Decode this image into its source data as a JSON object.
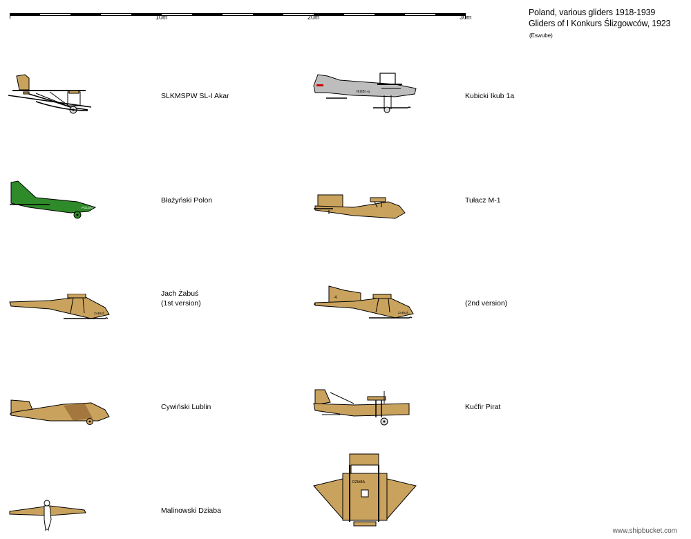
{
  "title": {
    "line1": "Poland, various gliders 1918-1939",
    "line2": "Gliders of I Konkurs Ślizgowców, 1923",
    "credit": "(Eswube)"
  },
  "scale": {
    "tick_10": "10m",
    "tick_20": "20m",
    "tick_30": "30m"
  },
  "gliders": {
    "akar": "SLKMSPW SL-I Akar",
    "ikub": "Kubicki Ikub 1a",
    "polon": "Błażyński Polon",
    "tulacz": "Tułacz M-1",
    "zabus_name": "Jach Żabuś",
    "zabus_v1": "(1st version)",
    "zabus_v2": "(2nd version)",
    "lublin": "Cywiński Lublin",
    "pirat": "Kućfir Pirat",
    "dziaba": "Malinowski Dziaba"
  },
  "markings": {
    "ikub": "IKUB I-a",
    "polon": "POLON",
    "zabus": "ŻABUŚ",
    "zabus_num": "4",
    "dziaba": "DZIABA"
  },
  "colors": {
    "wood": "#c9a25e",
    "green": "#2f8a2a",
    "grey": "#bdbdbd"
  },
  "footer": "www.shipbucket.com"
}
